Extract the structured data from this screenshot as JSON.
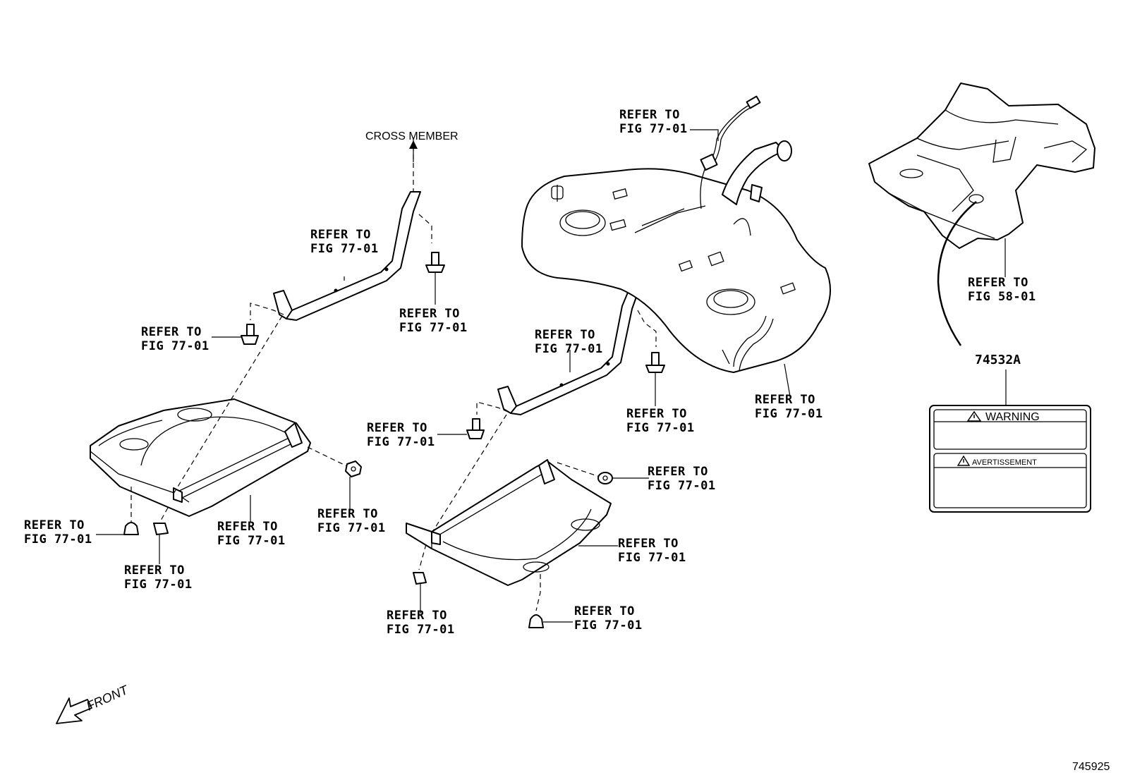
{
  "callouts": {
    "refer_to": "REFER TO",
    "fig_77_01": "FIG 77-01",
    "fig_58_01": "FIG 58-01"
  },
  "labels": {
    "cross_member": "CROSS MEMBER",
    "part_number": "74532A",
    "front": "FRONT",
    "figure_number": "745925"
  },
  "warning_label": {
    "warning": "WARNING",
    "avertissement": "AVERTISSEMENT"
  }
}
